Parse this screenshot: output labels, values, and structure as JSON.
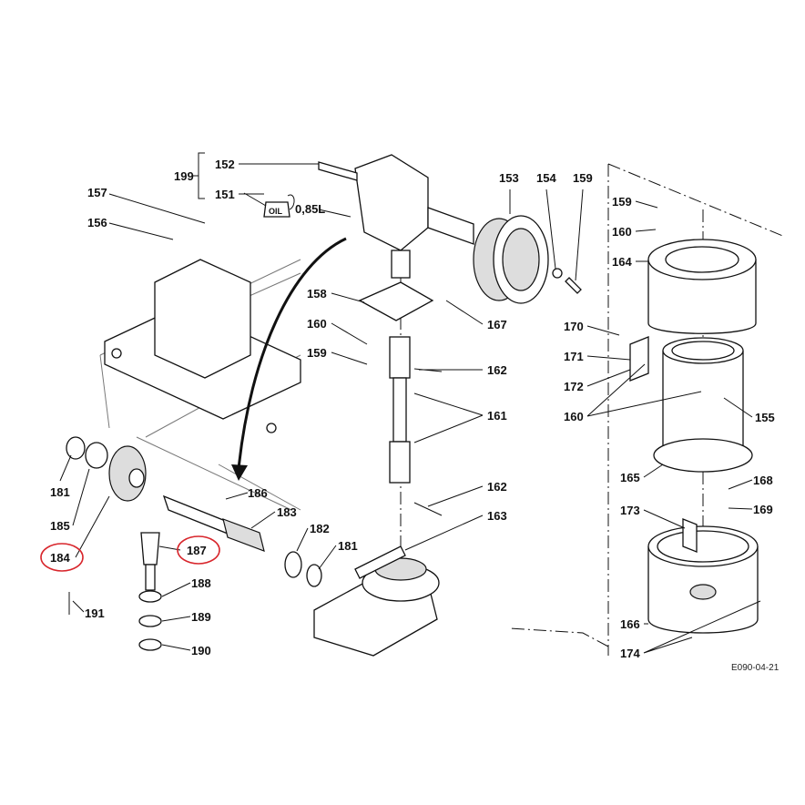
{
  "diagram": {
    "labels": [
      "199",
      "152",
      "151",
      "0,85L",
      "OIL",
      "153",
      "154",
      "159",
      "157",
      "156",
      "158",
      "167",
      "160",
      "159",
      "162",
      "161",
      "162",
      "163",
      "170",
      "171",
      "172",
      "160",
      "155",
      "159",
      "160",
      "164",
      "165",
      "168",
      "169",
      "173",
      "166",
      "174",
      "181",
      "185",
      "184",
      "186",
      "183",
      "182",
      "181",
      "187",
      "188",
      "189",
      "190",
      "191"
    ],
    "highlighted": [
      "184",
      "187"
    ],
    "highlight_color": "#d8262c",
    "drawing_code": "E090-04-21"
  }
}
